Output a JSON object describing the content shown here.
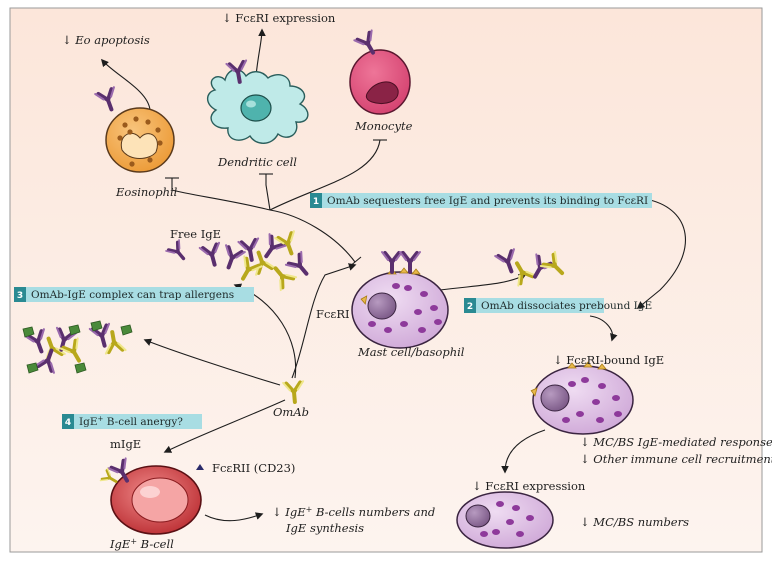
{
  "colors": {
    "background_top": "#fce9df",
    "background_bottom": "#fdf3ee",
    "mechanism_box": "#a8dde3",
    "mechanism_number": "#2a8a92",
    "eosinophil": "#f0a64a",
    "dendritic_cell": "#a9e3e0",
    "monocyte": "#e0527a",
    "mast_cell": "#d7b4df",
    "granule": "#8e3a9b",
    "b_cell": "#c8363a",
    "ige_heavy": "#7a4a8c",
    "omab": "#e2d94a"
  },
  "cells": {
    "eosinophil": "Eosinophil",
    "dendritic_cell": "Dendritic cell",
    "monocyte": "Monocyte",
    "mast_cell": "Mast cell/basophil",
    "b_cell_prefix": "IgE",
    "b_cell_sup": "+",
    "b_cell_suffix": " B-cell"
  },
  "effects": {
    "eo_apoptosis": "↓ Eo apoptosis",
    "dc_fceri": "↓ FcεRI expression",
    "fceri_bound": "↓ FcεRI-bound IgE",
    "mcbs_responses": "↓ MC/BS IgE-mediated responses",
    "immune_recruitment": "↓ Other immune cell recruitment",
    "mc_fceri": "↓ FcεRI expression",
    "mcbs_numbers": "↓ MC/BS numbers",
    "bcell_line1_prefix": "↓ IgE",
    "bcell_line1_sup": "+",
    "bcell_line1_suffix": " B-cells numbers and",
    "bcell_line2": "IgE synthesis"
  },
  "labels": {
    "free_ige": "Free IgE",
    "fceri": "FcεRI",
    "omab": "OmAb",
    "migE": "mIgE",
    "fceri_ii": "FcεRII (CD23)"
  },
  "mechanisms": [
    {
      "number": "1",
      "text": "OmAb sequesters free IgE and prevents its binding to FcεRI"
    },
    {
      "number": "2",
      "text": "OmAb dissociates prebound IgE"
    },
    {
      "number": "3",
      "text": "OmAb-IgE complex can trap allergens"
    },
    {
      "number": "4",
      "text_prefix": "IgE",
      "text_sup": "+",
      "text_suffix": " B-cell anergy?"
    }
  ]
}
